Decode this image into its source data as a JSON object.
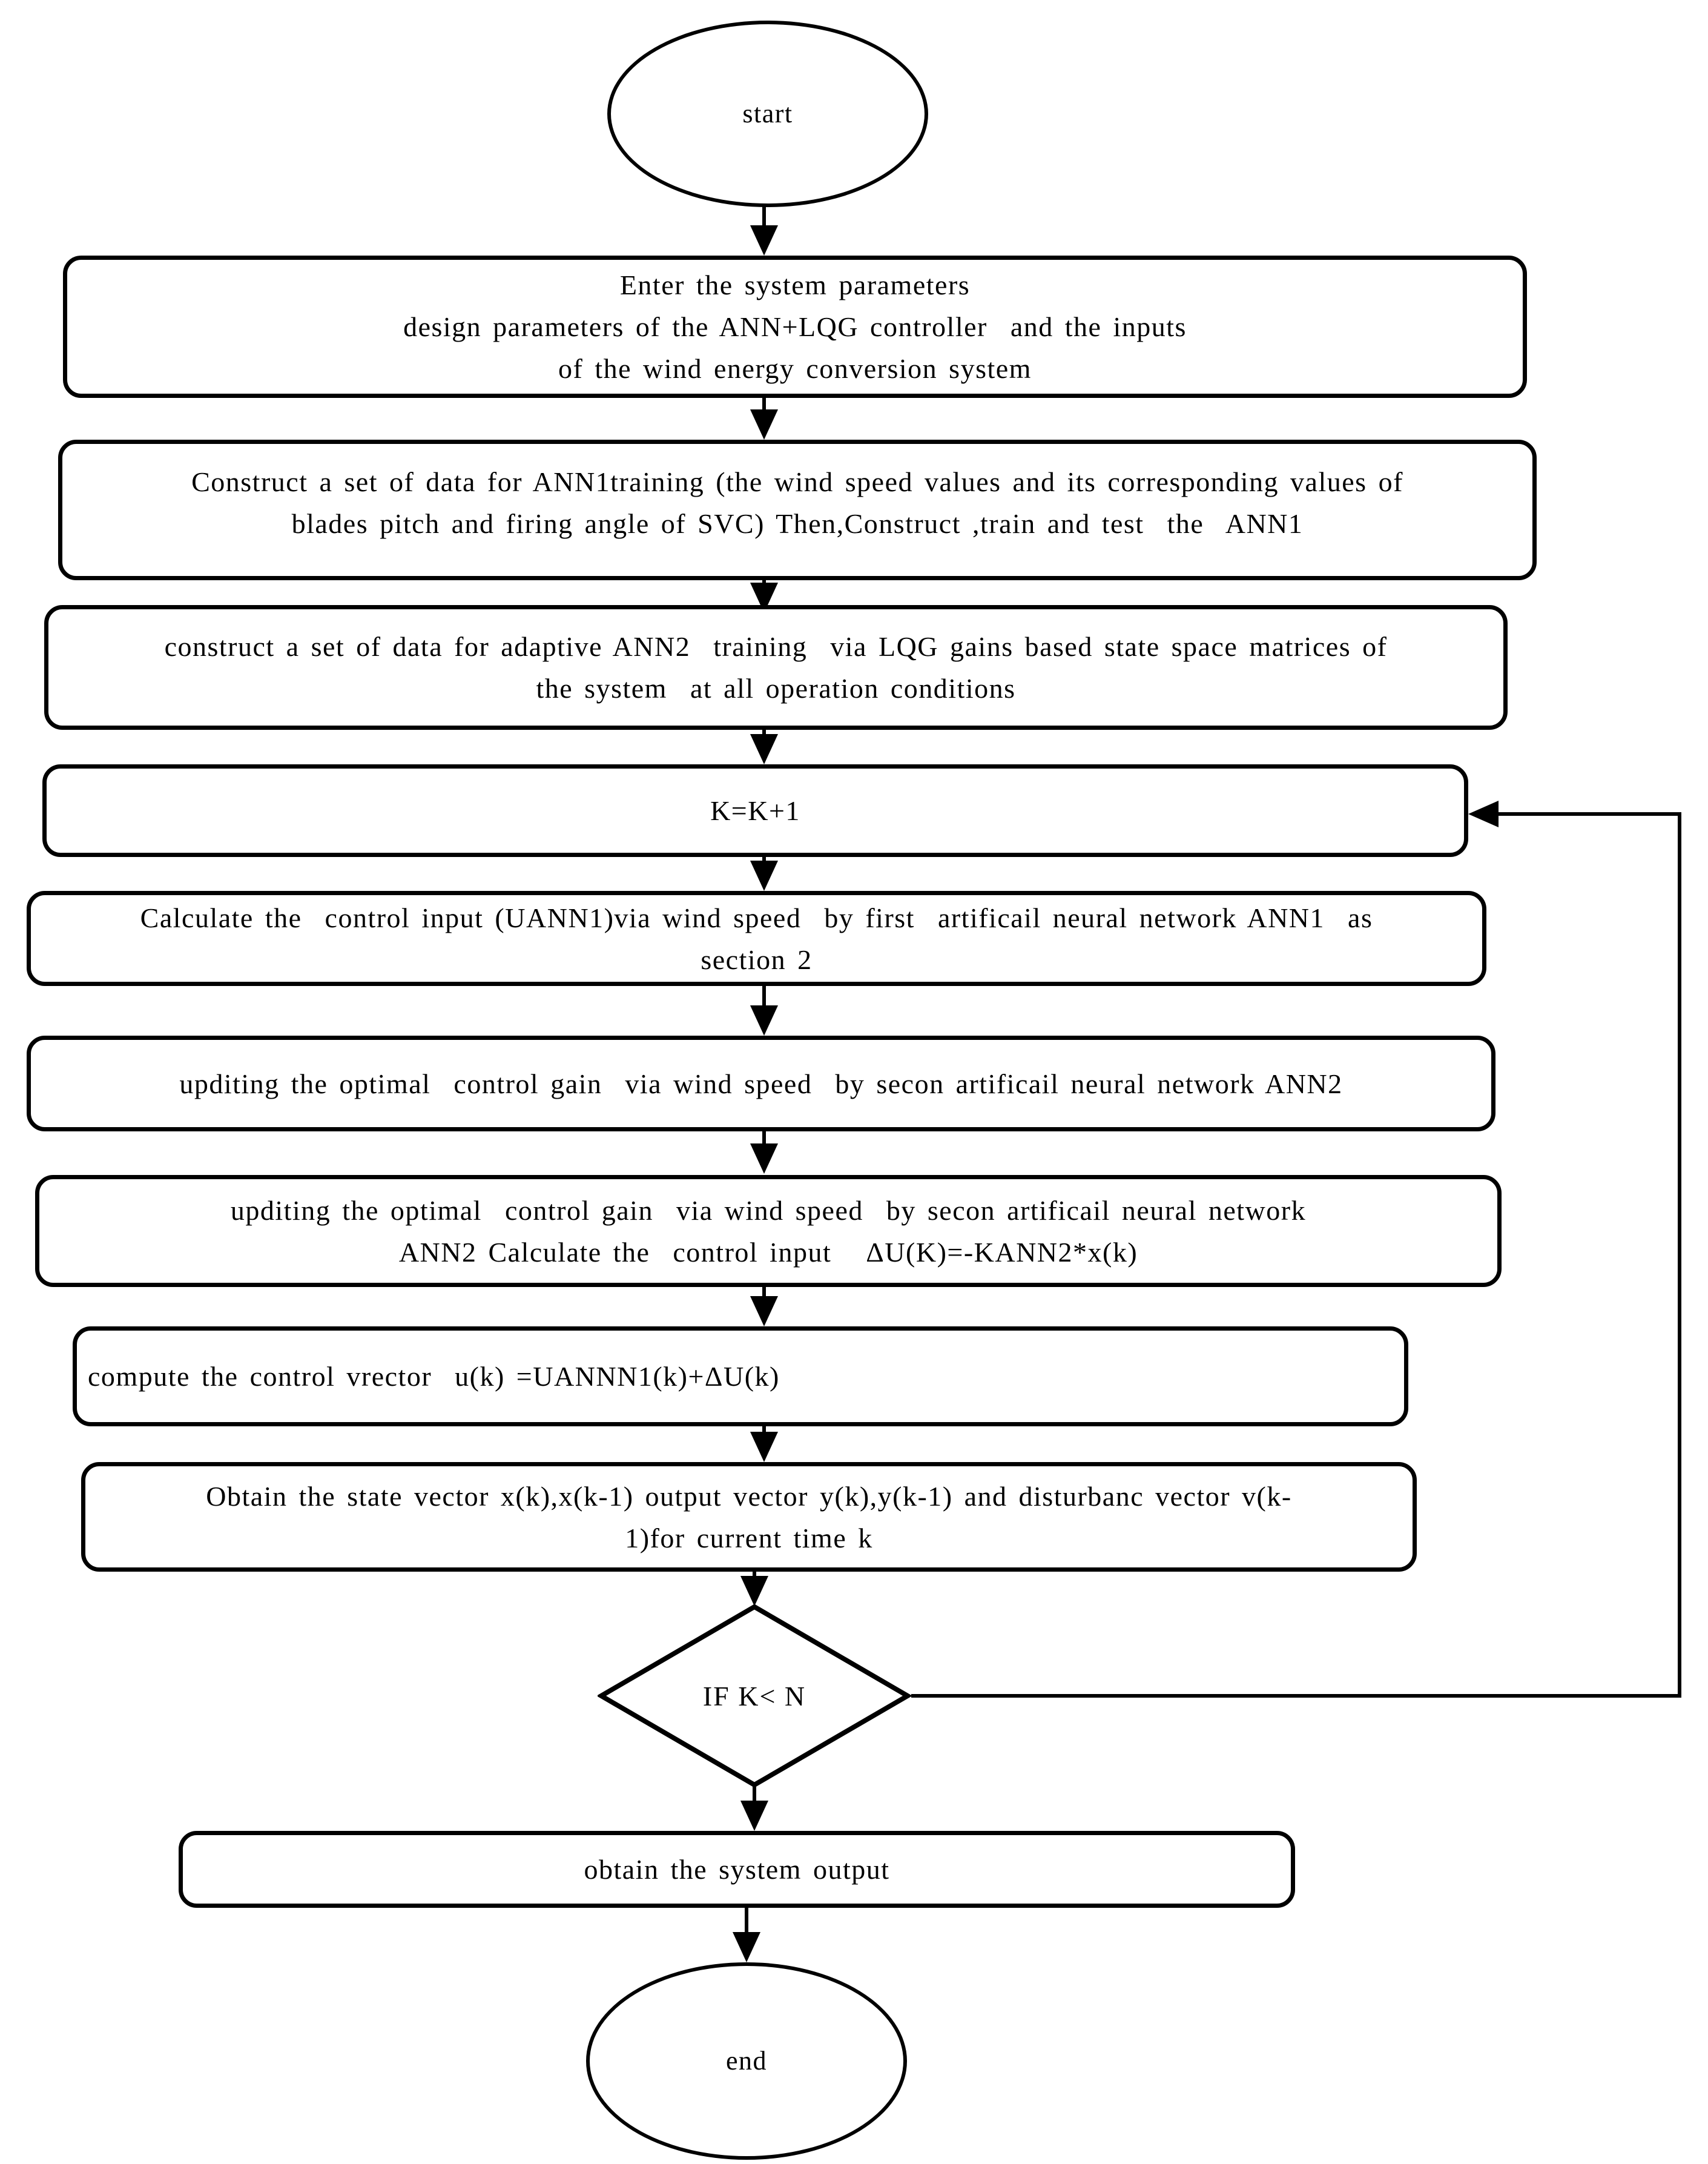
{
  "figure": {
    "type": "flowchart",
    "description": "Flowchart of ANN+LQG controller algorithm for a wind energy conversion system",
    "colors": {
      "ink": "#000000",
      "background": "#ffffff"
    }
  },
  "nodes": {
    "start": {
      "shape": "terminator",
      "label": "start"
    },
    "enter_params": {
      "shape": "process",
      "lines": [
        "Enter the system parameters",
        "design parameters of the ANN+LQG controller  and the inputs",
        "of the wind energy conversion system"
      ]
    },
    "construct_ann1": {
      "shape": "process",
      "lines": [
        "Construct a set of data for ANN1training (the wind speed values and its corresponding values of",
        "blades pitch and firing angle of SVC) Then,Construct ,train and test  the  ANN1"
      ]
    },
    "construct_ann2": {
      "shape": "process",
      "lines": [
        "construct a set of data for adaptive ANN2  training  via LQG gains based state space matrices of",
        "the system  at all operation conditions"
      ]
    },
    "increment_k": {
      "shape": "process",
      "label": "K=K+1"
    },
    "calc_uann1": {
      "shape": "process",
      "lines": [
        "Calculate the  control input (UANN1)via wind speed  by first  artificail neural network ANN1  as",
        "section 2"
      ]
    },
    "update_gain": {
      "shape": "process",
      "label": "upditing the optimal  control gain  via wind speed  by secon artificail neural network ANN2"
    },
    "update_gain_calc": {
      "shape": "process",
      "lines": [
        "upditing the optimal  control gain  via wind speed  by secon artificail neural network",
        "ANN2 Calculate the  control input   ΔU(K)=-KANN2*x(k)"
      ]
    },
    "compute_u": {
      "shape": "process",
      "label": "compute the control vrector  u(k) =UANNN1(k)+ΔU(k)"
    },
    "obtain_vectors": {
      "shape": "process",
      "lines": [
        "Obtain the state vector x(k),x(k-1) output vector y(k),y(k-1) and disturbanc vector v(k-",
        "1)for current time k"
      ]
    },
    "decision": {
      "shape": "decision",
      "label": "IF K< N"
    },
    "obtain_output": {
      "shape": "process",
      "label": "obtain the system output"
    },
    "end": {
      "shape": "terminator",
      "label": "end"
    }
  },
  "edges": [
    {
      "from": "start",
      "to": "enter_params"
    },
    {
      "from": "enter_params",
      "to": "construct_ann1"
    },
    {
      "from": "construct_ann1",
      "to": "construct_ann2"
    },
    {
      "from": "construct_ann2",
      "to": "increment_k"
    },
    {
      "from": "increment_k",
      "to": "calc_uann1"
    },
    {
      "from": "calc_uann1",
      "to": "update_gain"
    },
    {
      "from": "update_gain",
      "to": "update_gain_calc"
    },
    {
      "from": "update_gain_calc",
      "to": "compute_u"
    },
    {
      "from": "compute_u",
      "to": "obtain_vectors"
    },
    {
      "from": "obtain_vectors",
      "to": "decision"
    },
    {
      "from": "decision",
      "to": "increment_k",
      "note": "loop back from right tip of diamond into right side of K=K+1"
    },
    {
      "from": "decision",
      "to": "obtain_output"
    },
    {
      "from": "obtain_output",
      "to": "end"
    }
  ]
}
